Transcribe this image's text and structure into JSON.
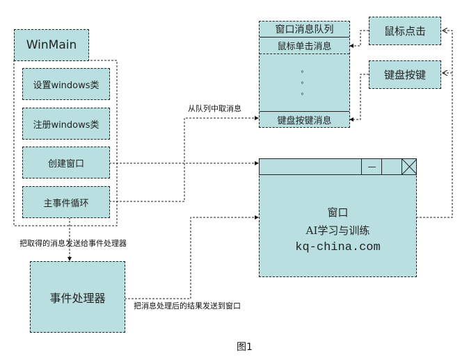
{
  "winmain": {
    "title": "WinMain",
    "steps": [
      "设置windows类",
      "注册windows类",
      "创建窗口",
      "主事件循环"
    ]
  },
  "queue": {
    "title": "窗口消息队列",
    "items": [
      "鼠标单击消息",
      "。",
      "。",
      "。",
      "键盘按键消息"
    ]
  },
  "sources": [
    "鼠标点击",
    "键盘按键"
  ],
  "window": {
    "title": "窗口",
    "subtitle": "AI学习与训练",
    "site": "kq-china.com",
    "minimize_glyph": "—"
  },
  "handler": {
    "label": "事件处理器"
  },
  "edges": {
    "fetch": "从队列中取消息",
    "dispatch": "把取得的消息发送给事件处理器",
    "result": "把消息处理后的结果发送到窗口"
  },
  "caption": "图1"
}
